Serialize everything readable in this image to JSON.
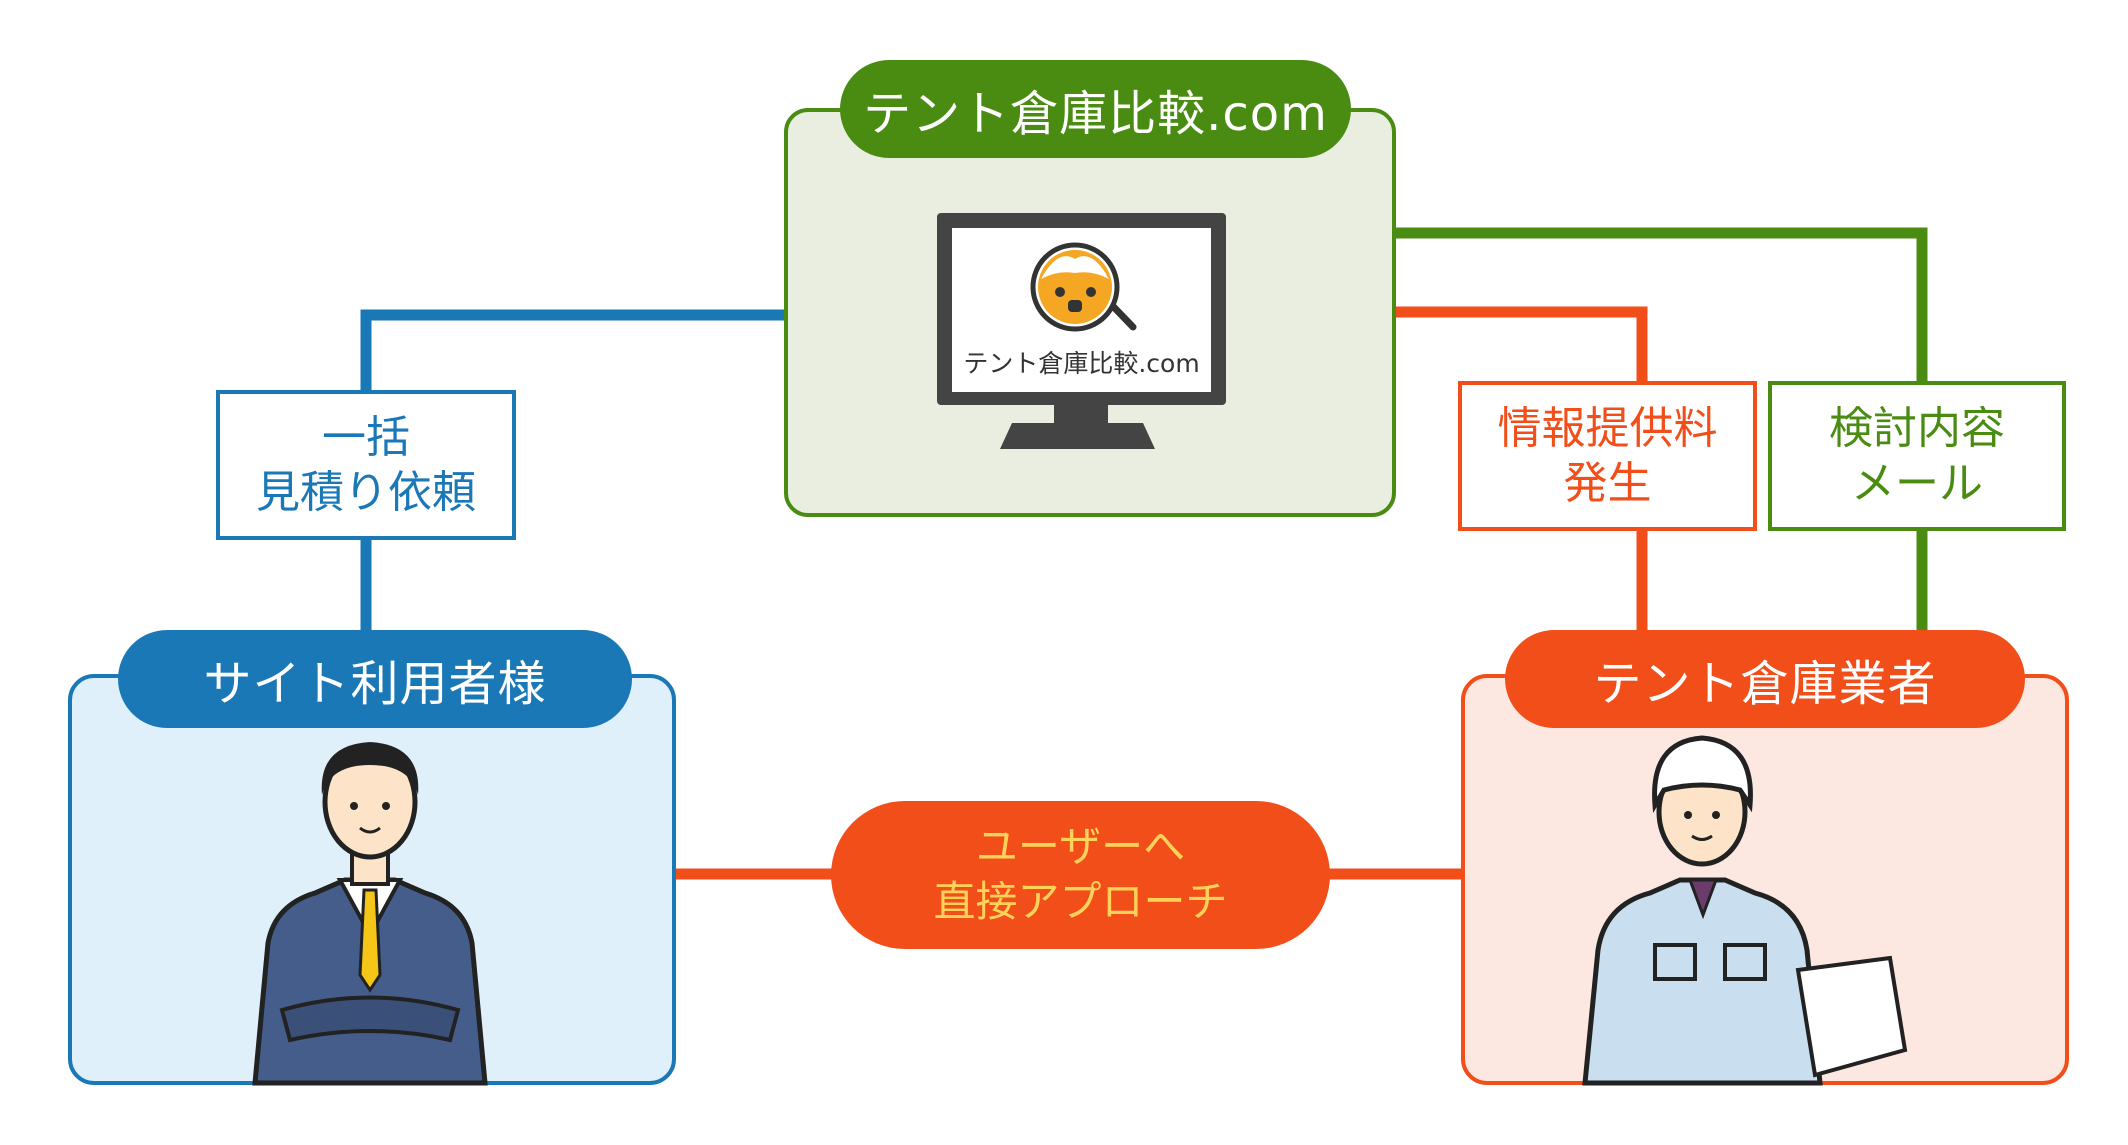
{
  "colors": {
    "blue": "#1a78b7",
    "green": "#4a8c12",
    "orange": "#f24e1a",
    "orange_text": "#ffd35a",
    "site_fill": "#e9eee1",
    "user_fill": "#dff0fb",
    "vendor_fill": "#fde7e1"
  },
  "site": {
    "title": "テント倉庫比較.com",
    "logo_text": "テント倉庫比較.com",
    "icon": "monitor-icon"
  },
  "user": {
    "title": "サイト利用者様",
    "icon": "businessman-illustration"
  },
  "vendor": {
    "title": "テント倉庫業者",
    "icon": "construction-worker-illustration"
  },
  "labels": {
    "estimate": [
      "一括",
      "見積り依頼"
    ],
    "fee": [
      "情報提供料",
      "発生"
    ],
    "email": [
      "検討内容",
      "メール"
    ],
    "approach": [
      "ユーザーへ",
      "直接アプローチ"
    ]
  }
}
